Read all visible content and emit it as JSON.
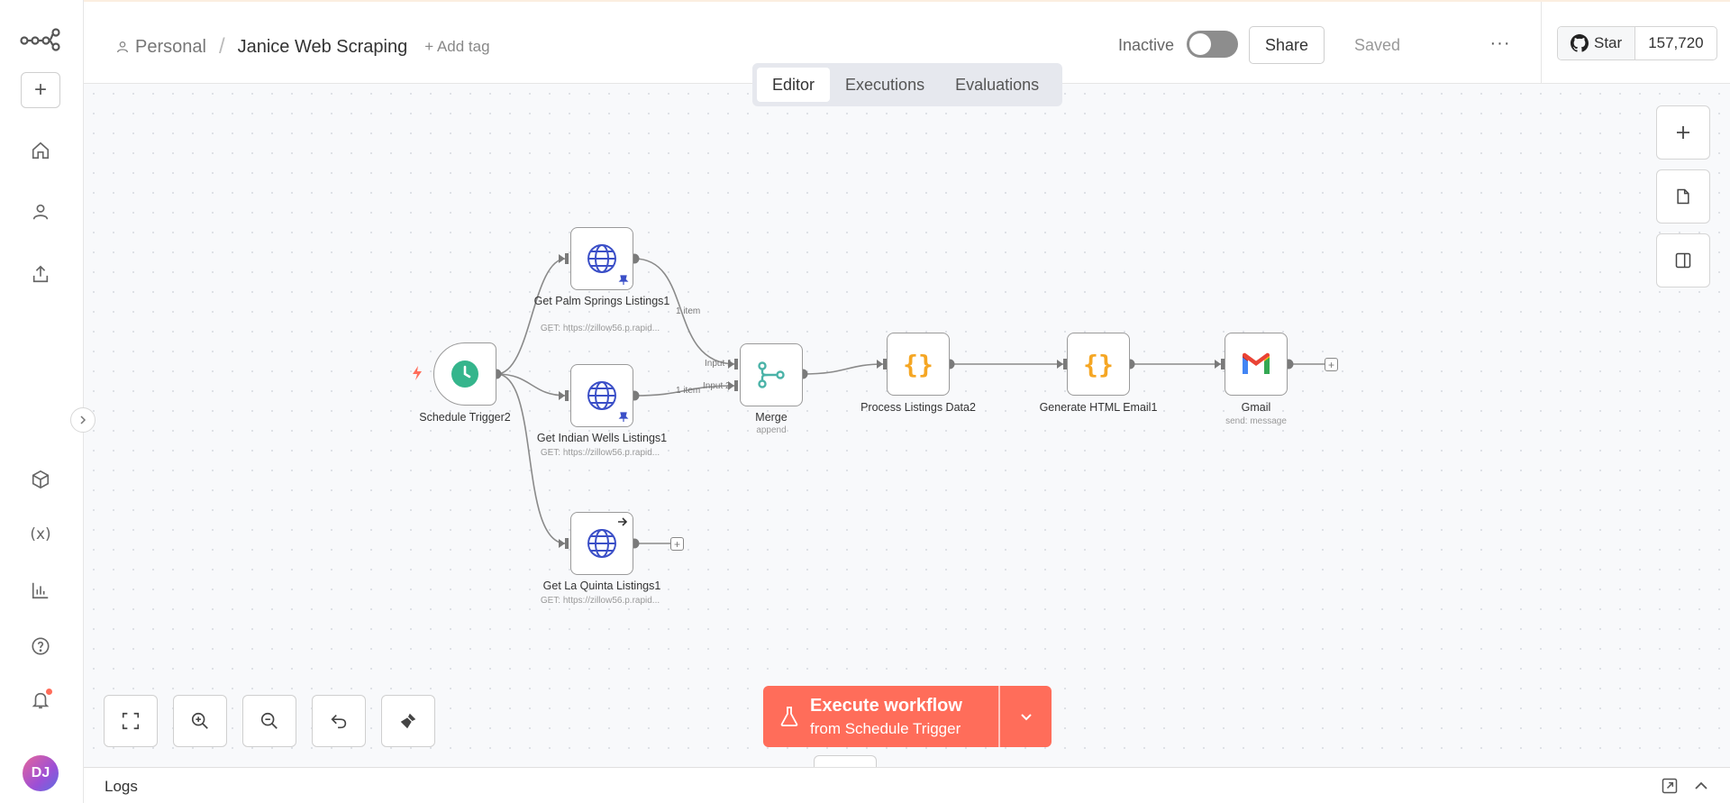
{
  "header": {
    "project": "Personal",
    "workflow_name": "Janice Web Scraping",
    "add_tag": "+ Add tag",
    "status_label": "Inactive",
    "share": "Share",
    "saved": "Saved",
    "github_star": "Star",
    "github_count": "157,720"
  },
  "tabs": [
    {
      "label": "Editor",
      "active": true
    },
    {
      "label": "Executions",
      "active": false
    },
    {
      "label": "Evaluations",
      "active": false
    }
  ],
  "rail": {
    "avatar_initials": "DJ",
    "icons": [
      "n8n-logo-icon",
      "add-icon",
      "home-icon",
      "user-icon",
      "upload-icon",
      "cube-icon",
      "variables-icon",
      "insights-icon",
      "help-icon",
      "bell-icon"
    ]
  },
  "nodes": {
    "schedule": {
      "label": "Schedule Trigger2"
    },
    "palm": {
      "label": "Get Palm Springs Listings1",
      "sub": "GET: https://zillow56.p.rapid..."
    },
    "indian": {
      "label": "Get Indian Wells Listings1",
      "sub": "GET: https://zillow56.p.rapid..."
    },
    "laquinta": {
      "label": "Get La Quinta Listings1",
      "sub": "GET: https://zillow56.p.rapid..."
    },
    "merge": {
      "label": "Merge",
      "sub": "append",
      "input1": "Input 1",
      "input2": "Input 2"
    },
    "process": {
      "label": "Process Listings Data2"
    },
    "html": {
      "label": "Generate HTML Email1"
    },
    "gmail": {
      "label": "Gmail",
      "sub": "send: message"
    }
  },
  "edge_labels": {
    "palm_merge": "1 item",
    "indian_merge": "1 item"
  },
  "execute": {
    "line1": "Execute workflow",
    "line2": "from Schedule Trigger"
  },
  "logs": {
    "title": "Logs"
  },
  "colors": {
    "accent": "#ff6d5a",
    "trigger_green": "#35b58c",
    "http_blue": "#3b4fc7",
    "code_orange": "#f5a623",
    "merge_teal": "#4bb3a8"
  }
}
